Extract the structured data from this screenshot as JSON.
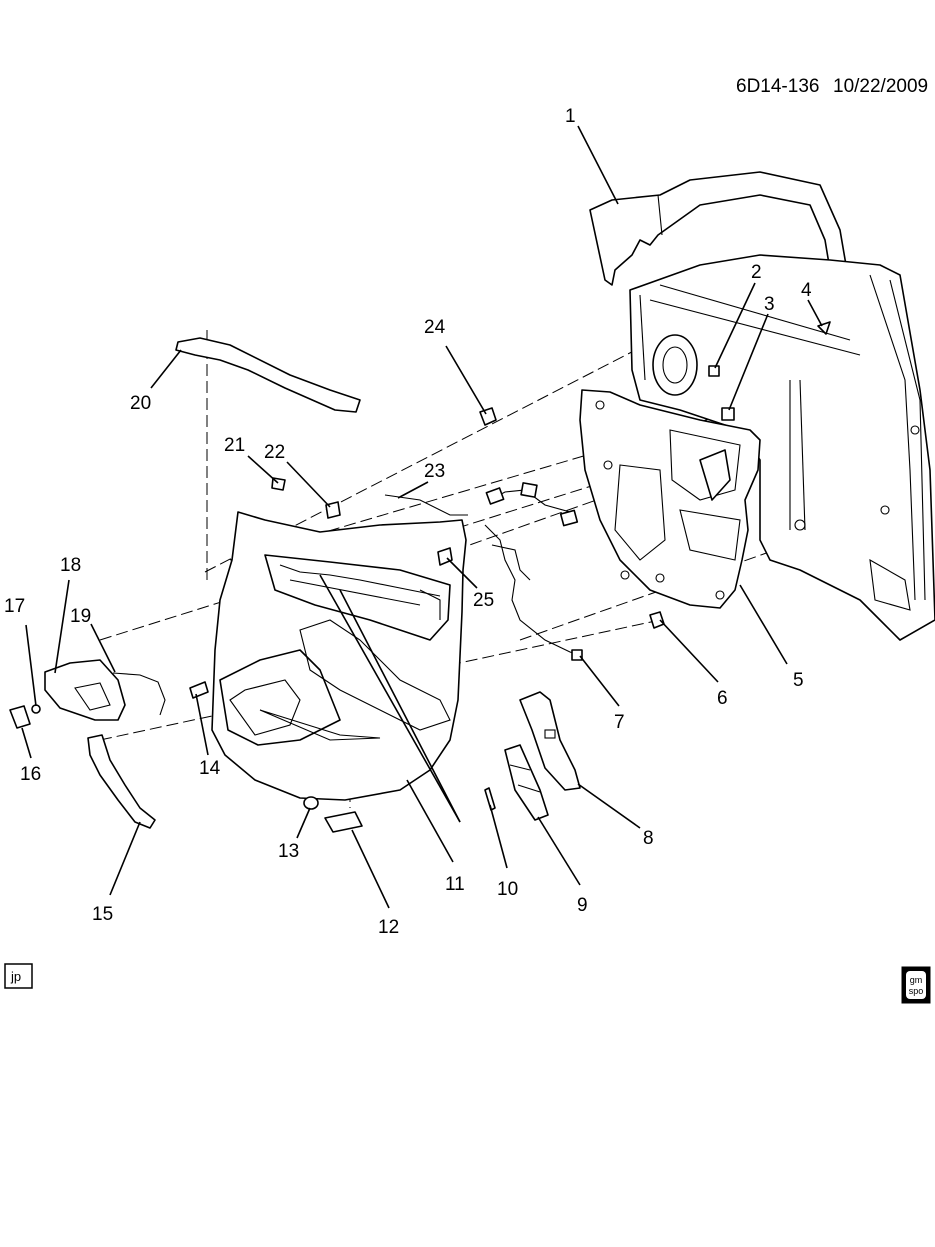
{
  "header": {
    "diagram_id": "6D14-136",
    "date": "10/22/2009"
  },
  "callouts": [
    "1",
    "2",
    "3",
    "4",
    "5",
    "6",
    "7",
    "8",
    "9",
    "10",
    "11",
    "12",
    "13",
    "14",
    "15",
    "16",
    "17",
    "18",
    "19",
    "20",
    "21",
    "22",
    "23",
    "24",
    "25"
  ],
  "footer": {
    "left_badge": "jp",
    "right_badge_top": "gm",
    "right_badge_bottom": "spo"
  },
  "colors": {
    "ink": "#000000",
    "paper": "#ffffff"
  }
}
